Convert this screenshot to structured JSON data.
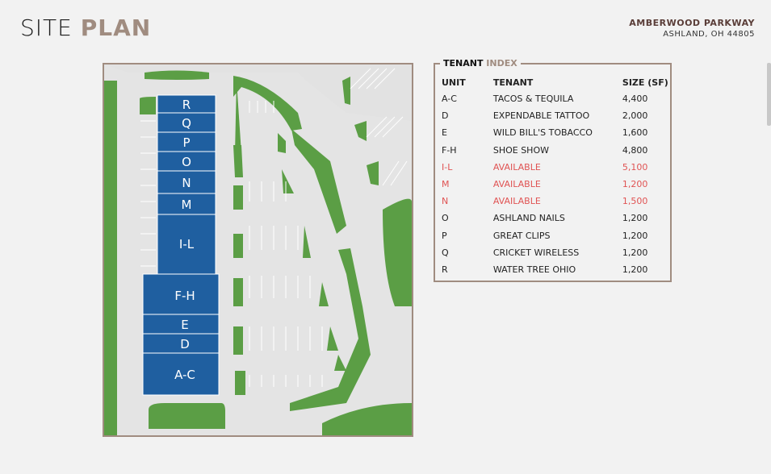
{
  "header": {
    "title_word1": "SITE",
    "title_word2": "PLAN",
    "street": "AMBERWOOD PARKWAY",
    "city": "ASHLAND, OH 44805"
  },
  "tenant_index": {
    "title_word1": "TENANT",
    "title_word2": "INDEX",
    "columns": [
      "UNIT",
      "TENANT",
      "SIZE (SF)"
    ],
    "rows": [
      {
        "unit": "A-C",
        "tenant": "TACOS & TEQUILA",
        "size": "4,400",
        "available": false
      },
      {
        "unit": "D",
        "tenant": "EXPENDABLE TATTOO",
        "size": "2,000",
        "available": false
      },
      {
        "unit": "E",
        "tenant": "WILD BILL'S TOBACCO",
        "size": "1,600",
        "available": false
      },
      {
        "unit": "F-H",
        "tenant": "SHOE SHOW",
        "size": "4,800",
        "available": false
      },
      {
        "unit": "I-L",
        "tenant": "AVAILABLE",
        "size": "5,100",
        "available": true
      },
      {
        "unit": "M",
        "tenant": "AVAILABLE",
        "size": "1,200",
        "available": true
      },
      {
        "unit": "N",
        "tenant": "AVAILABLE",
        "size": "1,500",
        "available": true
      },
      {
        "unit": "O",
        "tenant": "ASHLAND NAILS",
        "size": "1,200",
        "available": false
      },
      {
        "unit": "P",
        "tenant": "GREAT CLIPS",
        "size": "1,200",
        "available": false
      },
      {
        "unit": "Q",
        "tenant": "CRICKET WIRELESS",
        "size": "1,200",
        "available": false
      },
      {
        "unit": "R",
        "tenant": "WATER TREE OHIO",
        "size": "1,200",
        "available": false
      }
    ]
  },
  "site_plan": {
    "unit_labels": [
      "R",
      "Q",
      "P",
      "O",
      "N",
      "M",
      "I-L",
      "F-H",
      "E",
      "D",
      "A-C"
    ]
  },
  "colors": {
    "accent": "#a08c80",
    "building": "#1f5fa0",
    "green": "#5b9e45",
    "available": "#e05353"
  }
}
